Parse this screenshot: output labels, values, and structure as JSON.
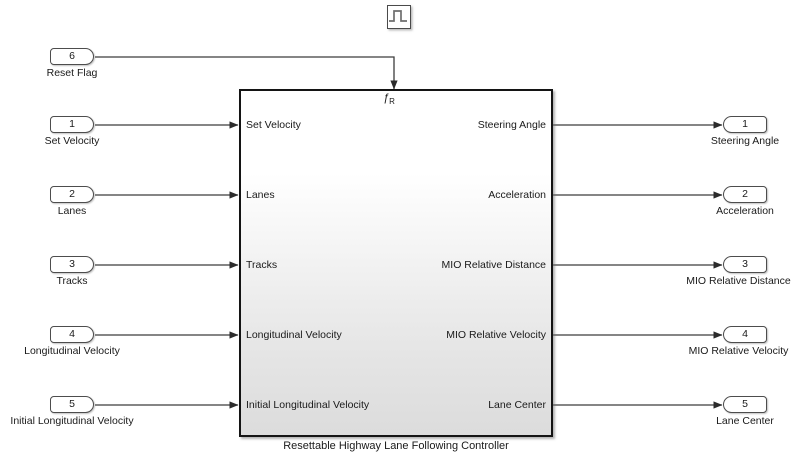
{
  "diagram": {
    "title": "Resettable Highway Lane Following Controller",
    "background_color": "#ffffff",
    "line_color": "#3c3c3c",
    "block_border_color": "#141414"
  },
  "subsystem": {
    "caption": "Resettable Highway Lane Following Controller",
    "reset_port_symbol": "ƒ",
    "reset_port_subscript": "R",
    "input_labels": [
      "Set Velocity",
      "Lanes",
      "Tracks",
      "Longitudinal Velocity",
      "Initial Longitudinal Velocity"
    ],
    "output_labels": [
      "Steering Angle",
      "Acceleration",
      "MIO Relative Distance",
      "MIO Relative Velocity",
      "Lane Center"
    ]
  },
  "pulse_block": {
    "icon": "pulse-generator-icon"
  },
  "input_ports": [
    {
      "number": "6",
      "label": "Reset Flag"
    },
    {
      "number": "1",
      "label": "Set Velocity"
    },
    {
      "number": "2",
      "label": "Lanes"
    },
    {
      "number": "3",
      "label": "Tracks"
    },
    {
      "number": "4",
      "label": "Longitudinal Velocity"
    },
    {
      "number": "5",
      "label": "Initial Longitudinal Velocity"
    }
  ],
  "output_ports": [
    {
      "number": "1",
      "label": "Steering Angle"
    },
    {
      "number": "2",
      "label": "Acceleration"
    },
    {
      "number": "3",
      "label": "MIO Relative Distance"
    },
    {
      "number": "4",
      "label": "MIO Relative Velocity"
    },
    {
      "number": "5",
      "label": "Lane Center"
    }
  ]
}
